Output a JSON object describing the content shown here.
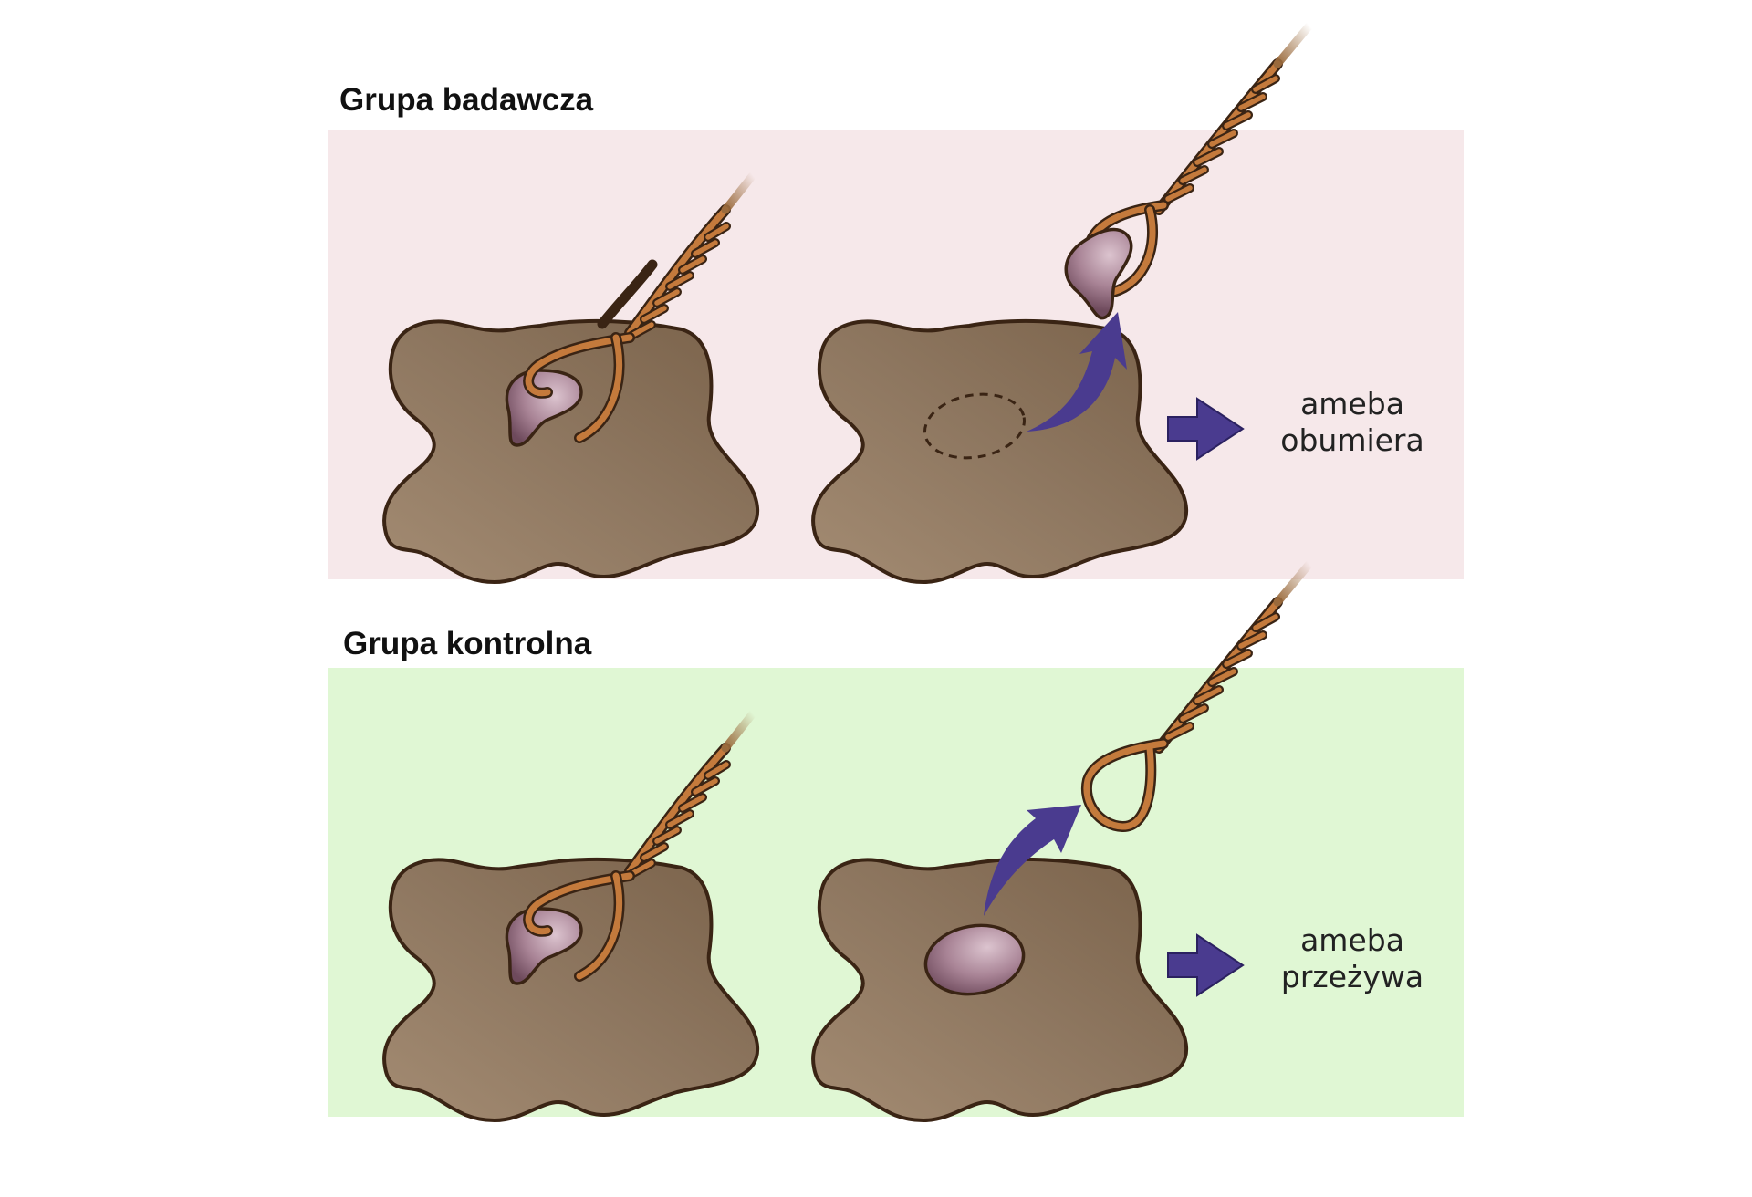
{
  "groups": {
    "experimental": {
      "title": "Grupa badawcza",
      "result_line1": "ameba",
      "result_line2": "obumiera"
    },
    "control": {
      "title": "Grupa kontrolna",
      "result_line1": "ameba",
      "result_line2": "przeżywa"
    }
  },
  "colors": {
    "experimental_background": "#f6e8ea",
    "control_background": "#e0f7d4",
    "amoeba_body": "#8e7760",
    "amoeba_outline": "#3a2414",
    "nucleus": "#9a7788",
    "hook": "#c47a3c",
    "arrow": "#4a3b8f"
  },
  "icons": {
    "amoeba": "amoeba-cell",
    "microhook": "glass-microhook",
    "nucleus": "cell-nucleus",
    "arrow": "right-arrow-icon"
  }
}
